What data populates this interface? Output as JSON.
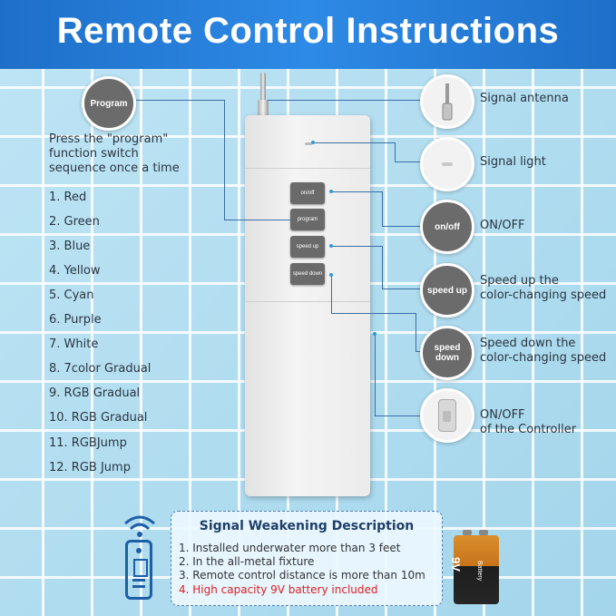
{
  "title": "Remote Control Instructions",
  "left": {
    "program_circle": "Program",
    "instruction": [
      "Press the \"program\"",
      "function switch",
      "sequence once a time"
    ],
    "modes": [
      "1. Red",
      "2. Green",
      "3. Blue",
      "4. Yellow",
      "5. Cyan",
      "6. Purple",
      "7. White",
      "8. 7color Gradual",
      "9. RGB Gradual",
      "10. RGB Gradual",
      "11. RGBJump",
      "12. RGB Jump"
    ]
  },
  "remote_buttons": [
    "on/off",
    "program",
    "speed up",
    "speed down"
  ],
  "callouts": [
    {
      "circle": "",
      "label": [
        "Signal antenna"
      ],
      "icon": "antenna-icon"
    },
    {
      "circle": "",
      "label": [
        "Signal light"
      ],
      "icon": "indicator-light-icon"
    },
    {
      "circle": "on/off",
      "label": [
        "ON/OFF"
      ]
    },
    {
      "circle": "speed up",
      "label": [
        "Speed up the",
        "color-changing speed"
      ]
    },
    {
      "circle": "speed down",
      "label": [
        "Speed down the",
        "color-changing speed"
      ]
    },
    {
      "circle": "",
      "label": [
        "ON/OFF",
        "of the Controller"
      ],
      "icon": "side-switch-icon"
    }
  ],
  "signal_panel": {
    "title": "Signal Weakening Description",
    "items": [
      "1. Installed underwater more than 3 feet",
      "2. In the all-metal fixture",
      "3. Remote control distance is more than 10m",
      "4. High capacity 9V battery included"
    ],
    "highlight_color": "#e02020"
  },
  "battery": {
    "label": "9V",
    "sub": "Battery"
  },
  "colors": {
    "title_bar": "#2d8ae6",
    "line": "#3b6fa5",
    "button": "#6a6a6a"
  }
}
